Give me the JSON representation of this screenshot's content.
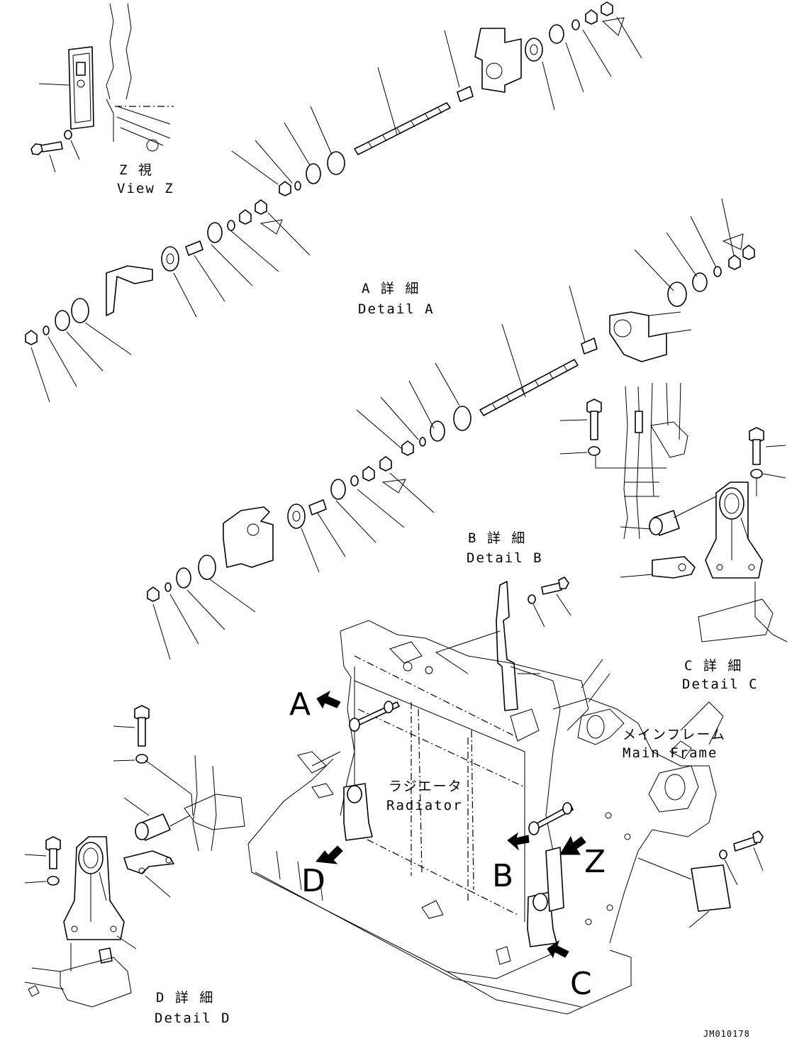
{
  "labels": {
    "view_z_ja": "Z 視",
    "view_z_en": "View Z",
    "detail_a_ja": "A 詳 細",
    "detail_a_en": "Detail A",
    "detail_b_ja": "B 詳 細",
    "detail_b_en": "Detail B",
    "detail_c_ja": "C 詳 細",
    "detail_c_en": "Detail C",
    "detail_d_ja": "D 詳 細",
    "detail_d_en": "Detail D",
    "main_frame_ja": "メインフレーム",
    "main_frame_en": "Main Frame",
    "radiator_ja": "ラジエータ",
    "radiator_en": "Radiator",
    "drawing_number": "JM010178"
  },
  "view_arrows": {
    "a": "A",
    "b": "B",
    "c": "C",
    "d": "D",
    "z": "Z"
  }
}
